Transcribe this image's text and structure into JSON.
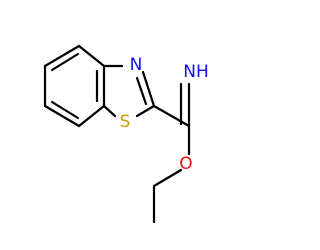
{
  "molecule": {
    "atoms": {
      "nitrogen": {
        "text": "N",
        "color": "#1010ee"
      },
      "sulfur": {
        "text": "S",
        "color": "#c8a000"
      },
      "imine": {
        "text": "NH",
        "color": "#1010ee"
      },
      "oxygen": {
        "text": "O",
        "color": "#ee1010"
      }
    },
    "bond_color": "#000000"
  }
}
